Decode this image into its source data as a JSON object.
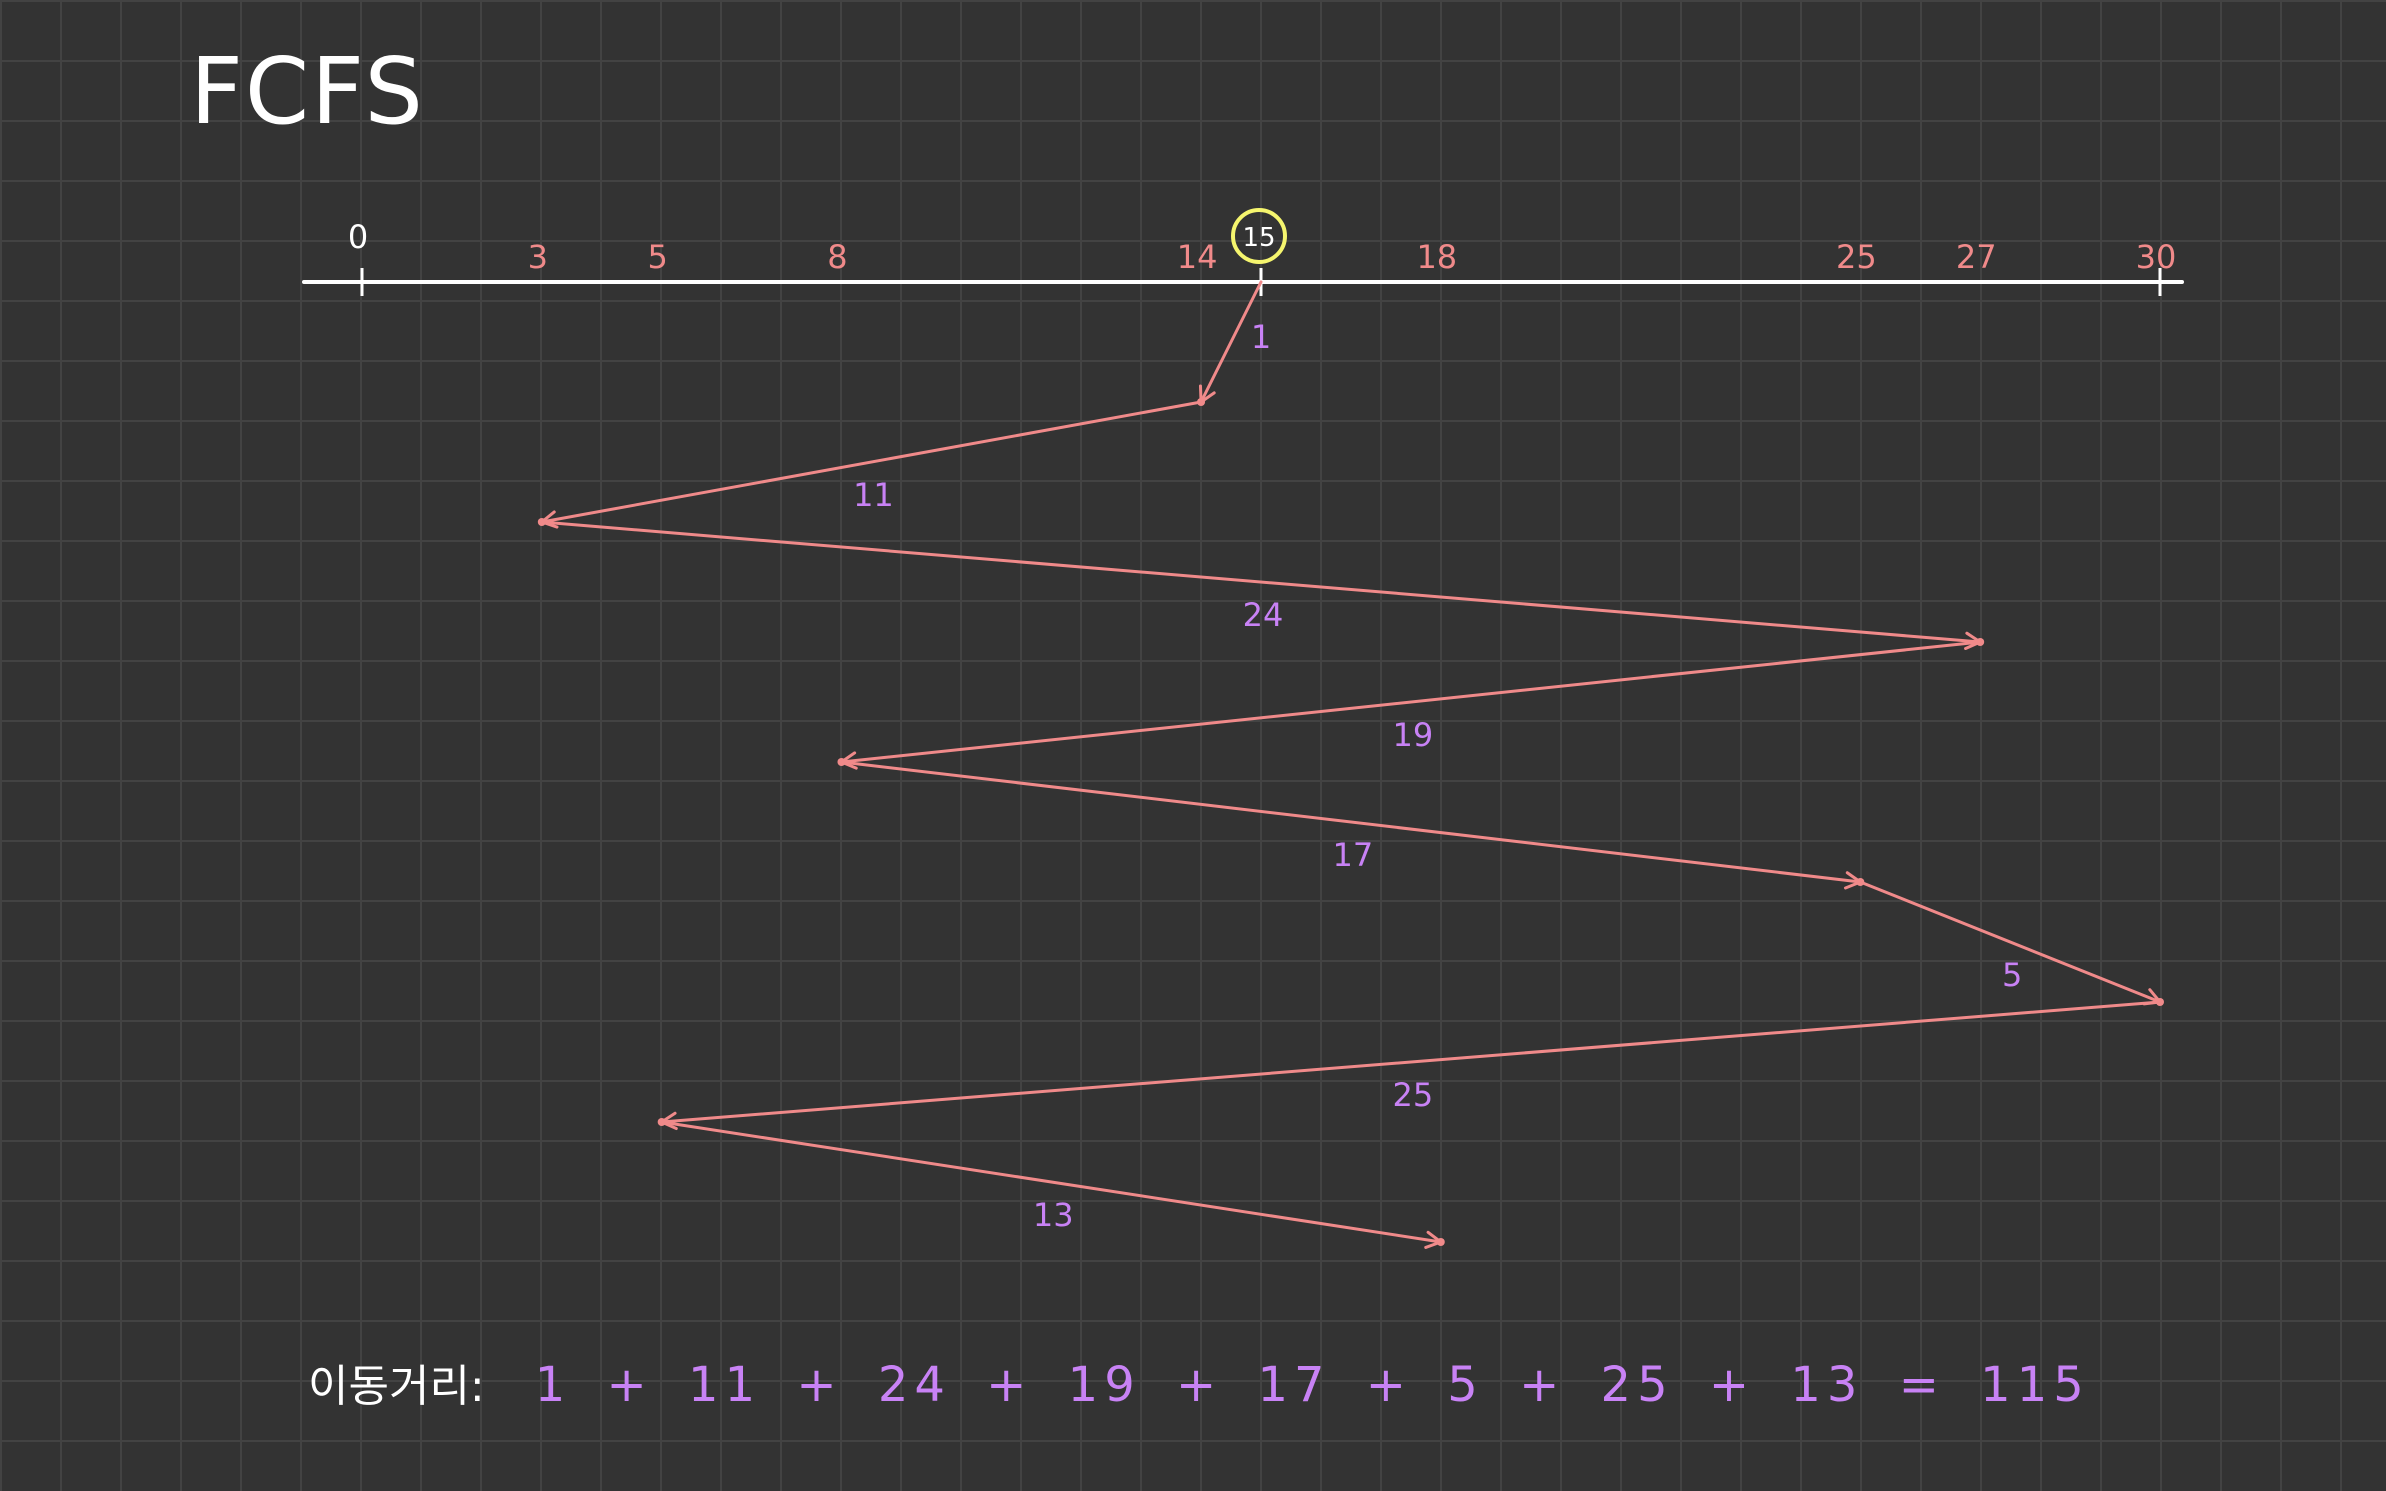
{
  "title": "FCFS",
  "axis": {
    "min": 0,
    "max": 30,
    "ticks": [
      {
        "value": 0,
        "label": "0",
        "color": "#ffffff"
      },
      {
        "value": 3,
        "label": "3",
        "color": "#f08a8a"
      },
      {
        "value": 5,
        "label": "5",
        "color": "#f08a8a"
      },
      {
        "value": 8,
        "label": "8",
        "color": "#f08a8a"
      },
      {
        "value": 14,
        "label": "14",
        "color": "#f08a8a"
      },
      {
        "value": 15,
        "label": "15",
        "color": "#ffffff",
        "circled": true
      },
      {
        "value": 18,
        "label": "18",
        "color": "#f08a8a"
      },
      {
        "value": 25,
        "label": "25",
        "color": "#f08a8a"
      },
      {
        "value": 27,
        "label": "27",
        "color": "#f08a8a"
      },
      {
        "value": 30,
        "label": "30",
        "color": "#f08a8a"
      }
    ],
    "start_marker_color": "#f5f56e"
  },
  "sequence": [
    15,
    14,
    3,
    27,
    8,
    25,
    30,
    5,
    18
  ],
  "moves": [
    {
      "from": 15,
      "to": 14,
      "distance": "1"
    },
    {
      "from": 14,
      "to": 3,
      "distance": "11"
    },
    {
      "from": 3,
      "to": 27,
      "distance": "24"
    },
    {
      "from": 27,
      "to": 8,
      "distance": "19"
    },
    {
      "from": 8,
      "to": 25,
      "distance": "17"
    },
    {
      "from": 25,
      "to": 30,
      "distance": "5"
    },
    {
      "from": 30,
      "to": 5,
      "distance": "25"
    },
    {
      "from": 5,
      "to": 18,
      "distance": "13"
    }
  ],
  "colors": {
    "background": "#333333",
    "grid": "#434343",
    "axis": "#ffffff",
    "path": "#f08a8a",
    "distance_label": "#c882f5",
    "start_circle": "#f5f56e"
  },
  "formula": {
    "prefix": "이동거리:",
    "expression": "1 + 11 + 24 + 19 + 17 + 5 + 25 + 13 = 115"
  }
}
